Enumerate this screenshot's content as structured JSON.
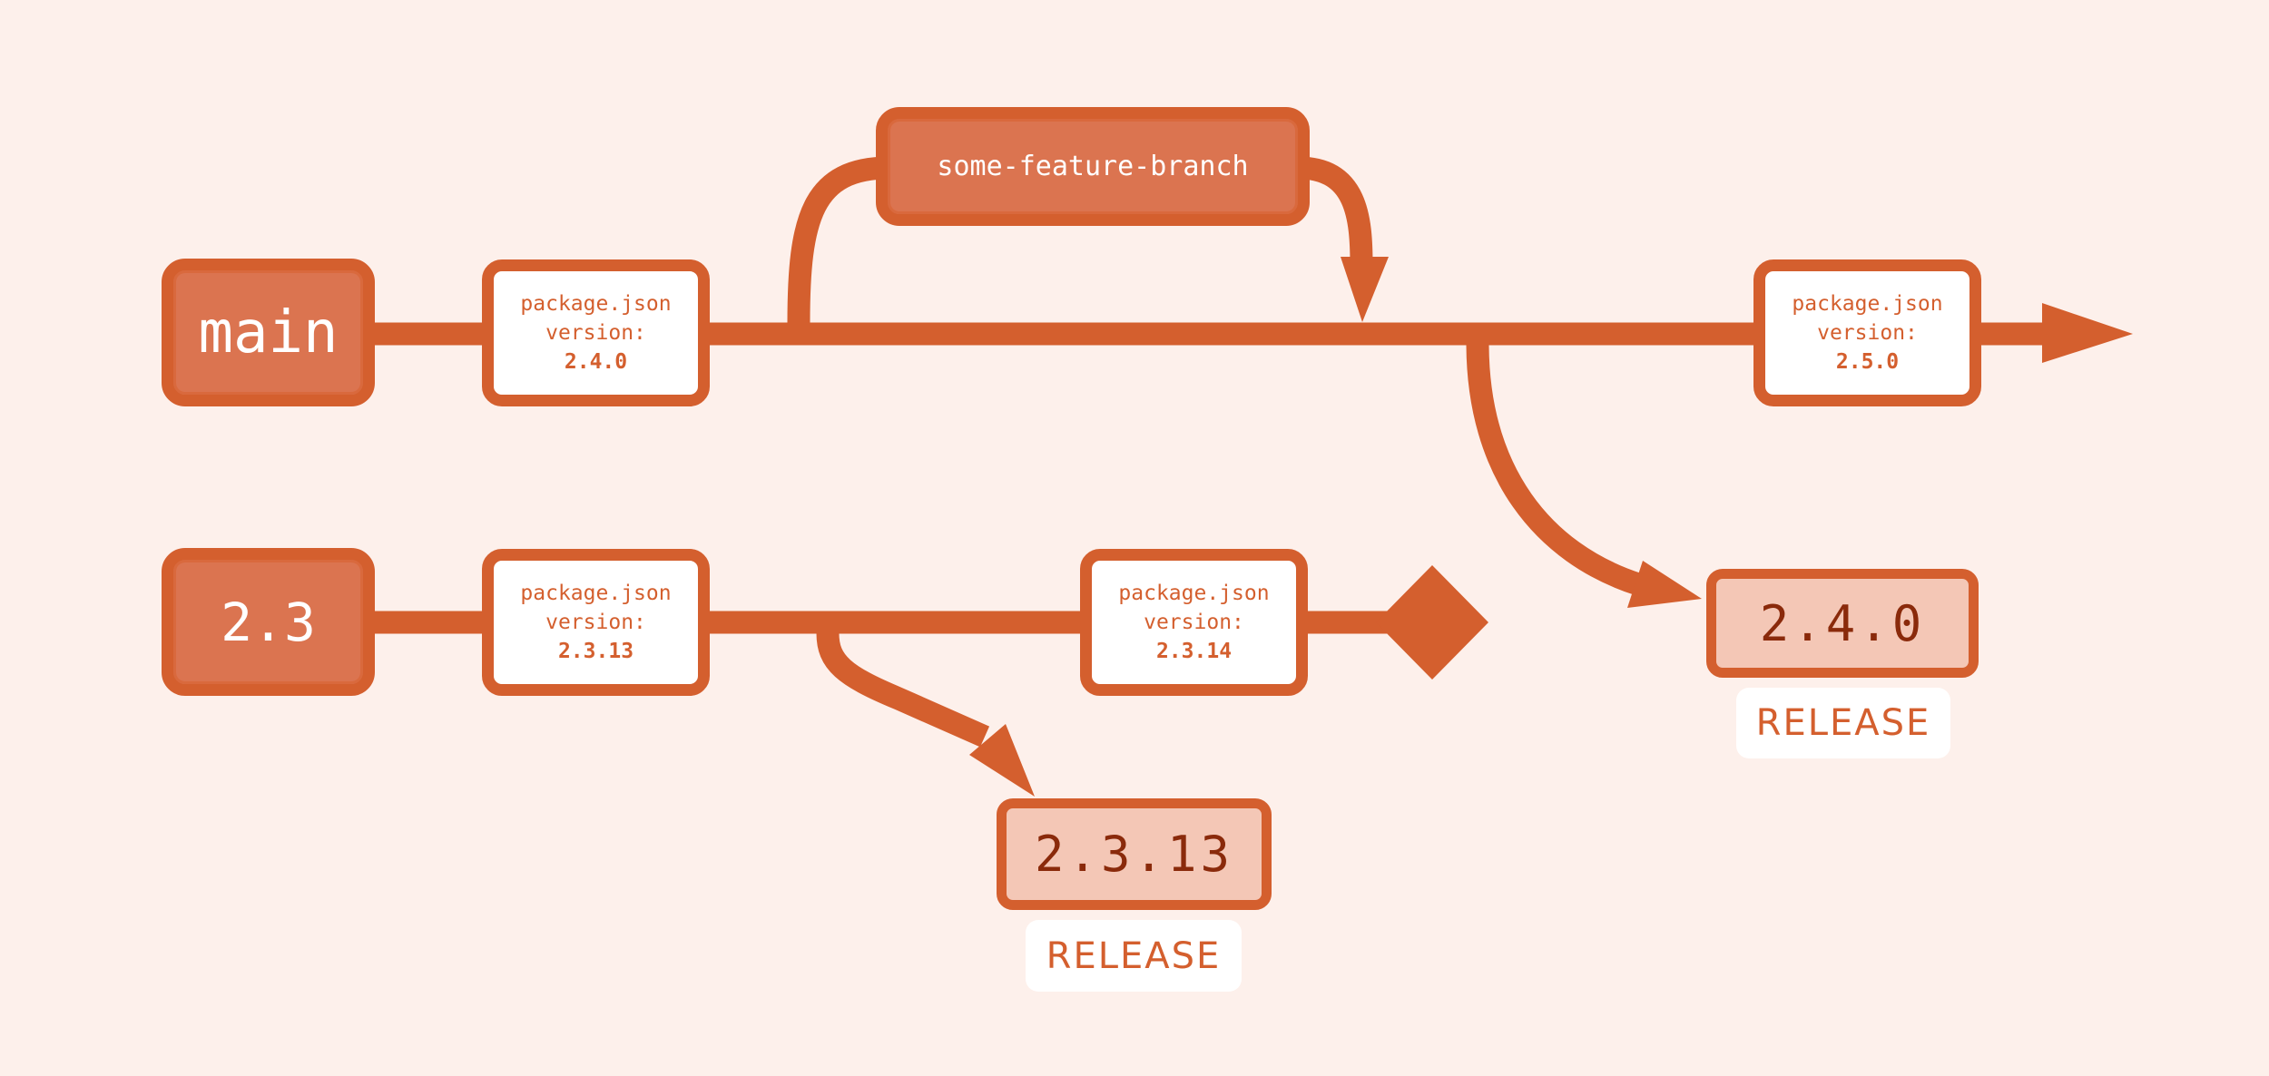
{
  "colors": {
    "background": "#fdf0eb",
    "accent": "#d45f2e",
    "branch_fill": "#db7450",
    "release_fill": "#f4c7b6",
    "release_text": "#8a2a0b"
  },
  "branches": {
    "main": "main",
    "release": "2.3",
    "feature": "some-feature-branch"
  },
  "packages": [
    {
      "file": "package.json",
      "field": "version:",
      "version": "2.4.0"
    },
    {
      "file": "package.json",
      "field": "version:",
      "version": "2.5.0"
    },
    {
      "file": "package.json",
      "field": "version:",
      "version": "2.3.13"
    },
    {
      "file": "package.json",
      "field": "version:",
      "version": "2.3.14"
    }
  ],
  "releases": [
    {
      "version": "2.4.0",
      "label": "RELEASE"
    },
    {
      "version": "2.3.13",
      "label": "RELEASE"
    }
  ]
}
